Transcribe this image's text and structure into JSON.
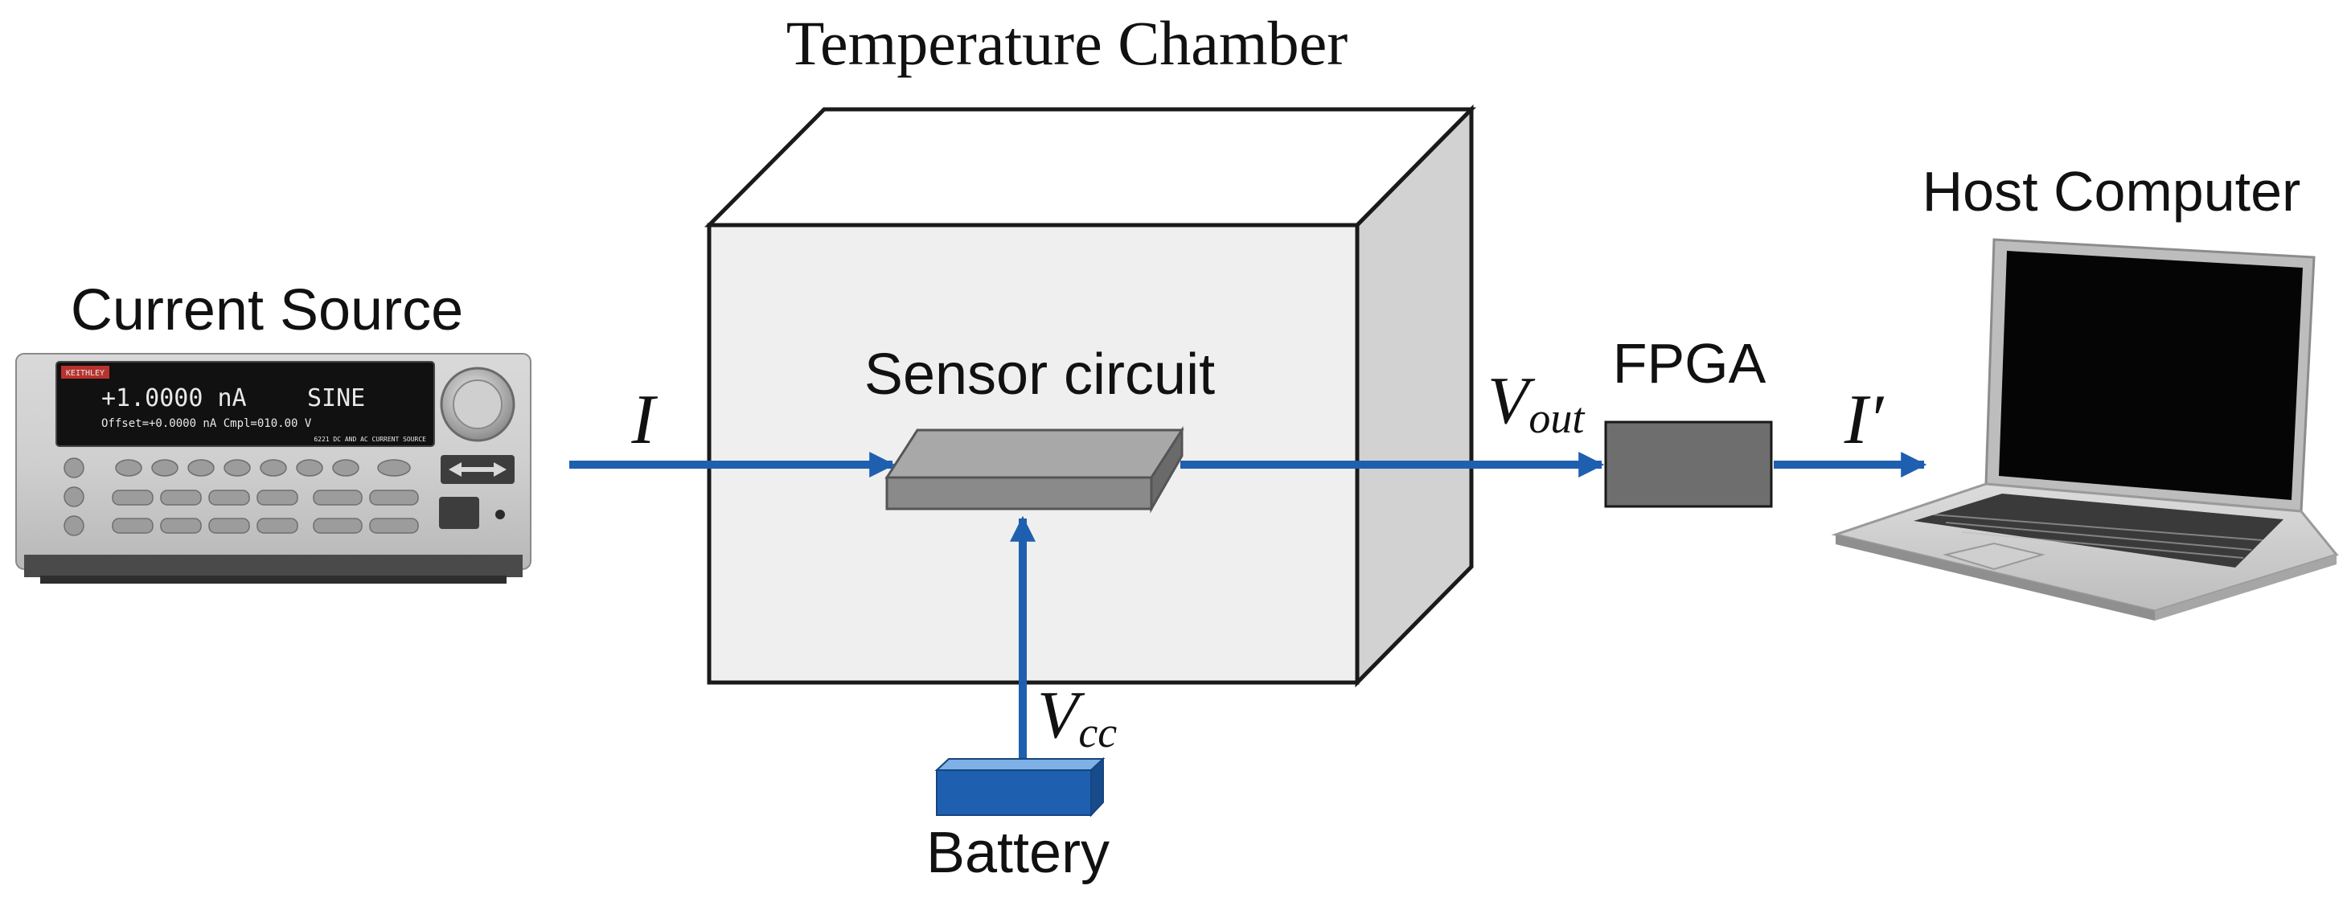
{
  "labels": {
    "temperature_chamber": "Temperature Chamber",
    "current_source": "Current Source",
    "host_computer": "Host Computer",
    "sensor_circuit": "Sensor circuit",
    "fpga": "FPGA",
    "battery": "Battery"
  },
  "signals": {
    "current_in": {
      "symbol": "I"
    },
    "voltage_out": {
      "symbol": "V",
      "subscript": "out"
    },
    "current_out": {
      "symbol": "I′"
    },
    "supply": {
      "symbol": "V",
      "subscript": "cc"
    }
  },
  "instrument": {
    "brand": "KEITHLEY",
    "display_line1_left": "+1.0000 nA",
    "display_line1_right": "SINE",
    "display_line2": "Offset=+0.0000 nA  Cmpl=010.00 V",
    "model_text": "6221 DC AND AC CURRENT SOURCE"
  },
  "colors": {
    "arrow": "#1f5fb0",
    "chamber_front": "#efefef",
    "chamber_side": "#d2d2d2",
    "sensor_top": "#a8a8a8",
    "fpga_fill": "#6e6e6e",
    "battery_fill": "#1f5fb0"
  },
  "icons": {
    "current_source": "current-source-instrument-icon",
    "host_computer": "laptop-icon",
    "battery": "battery-icon"
  }
}
